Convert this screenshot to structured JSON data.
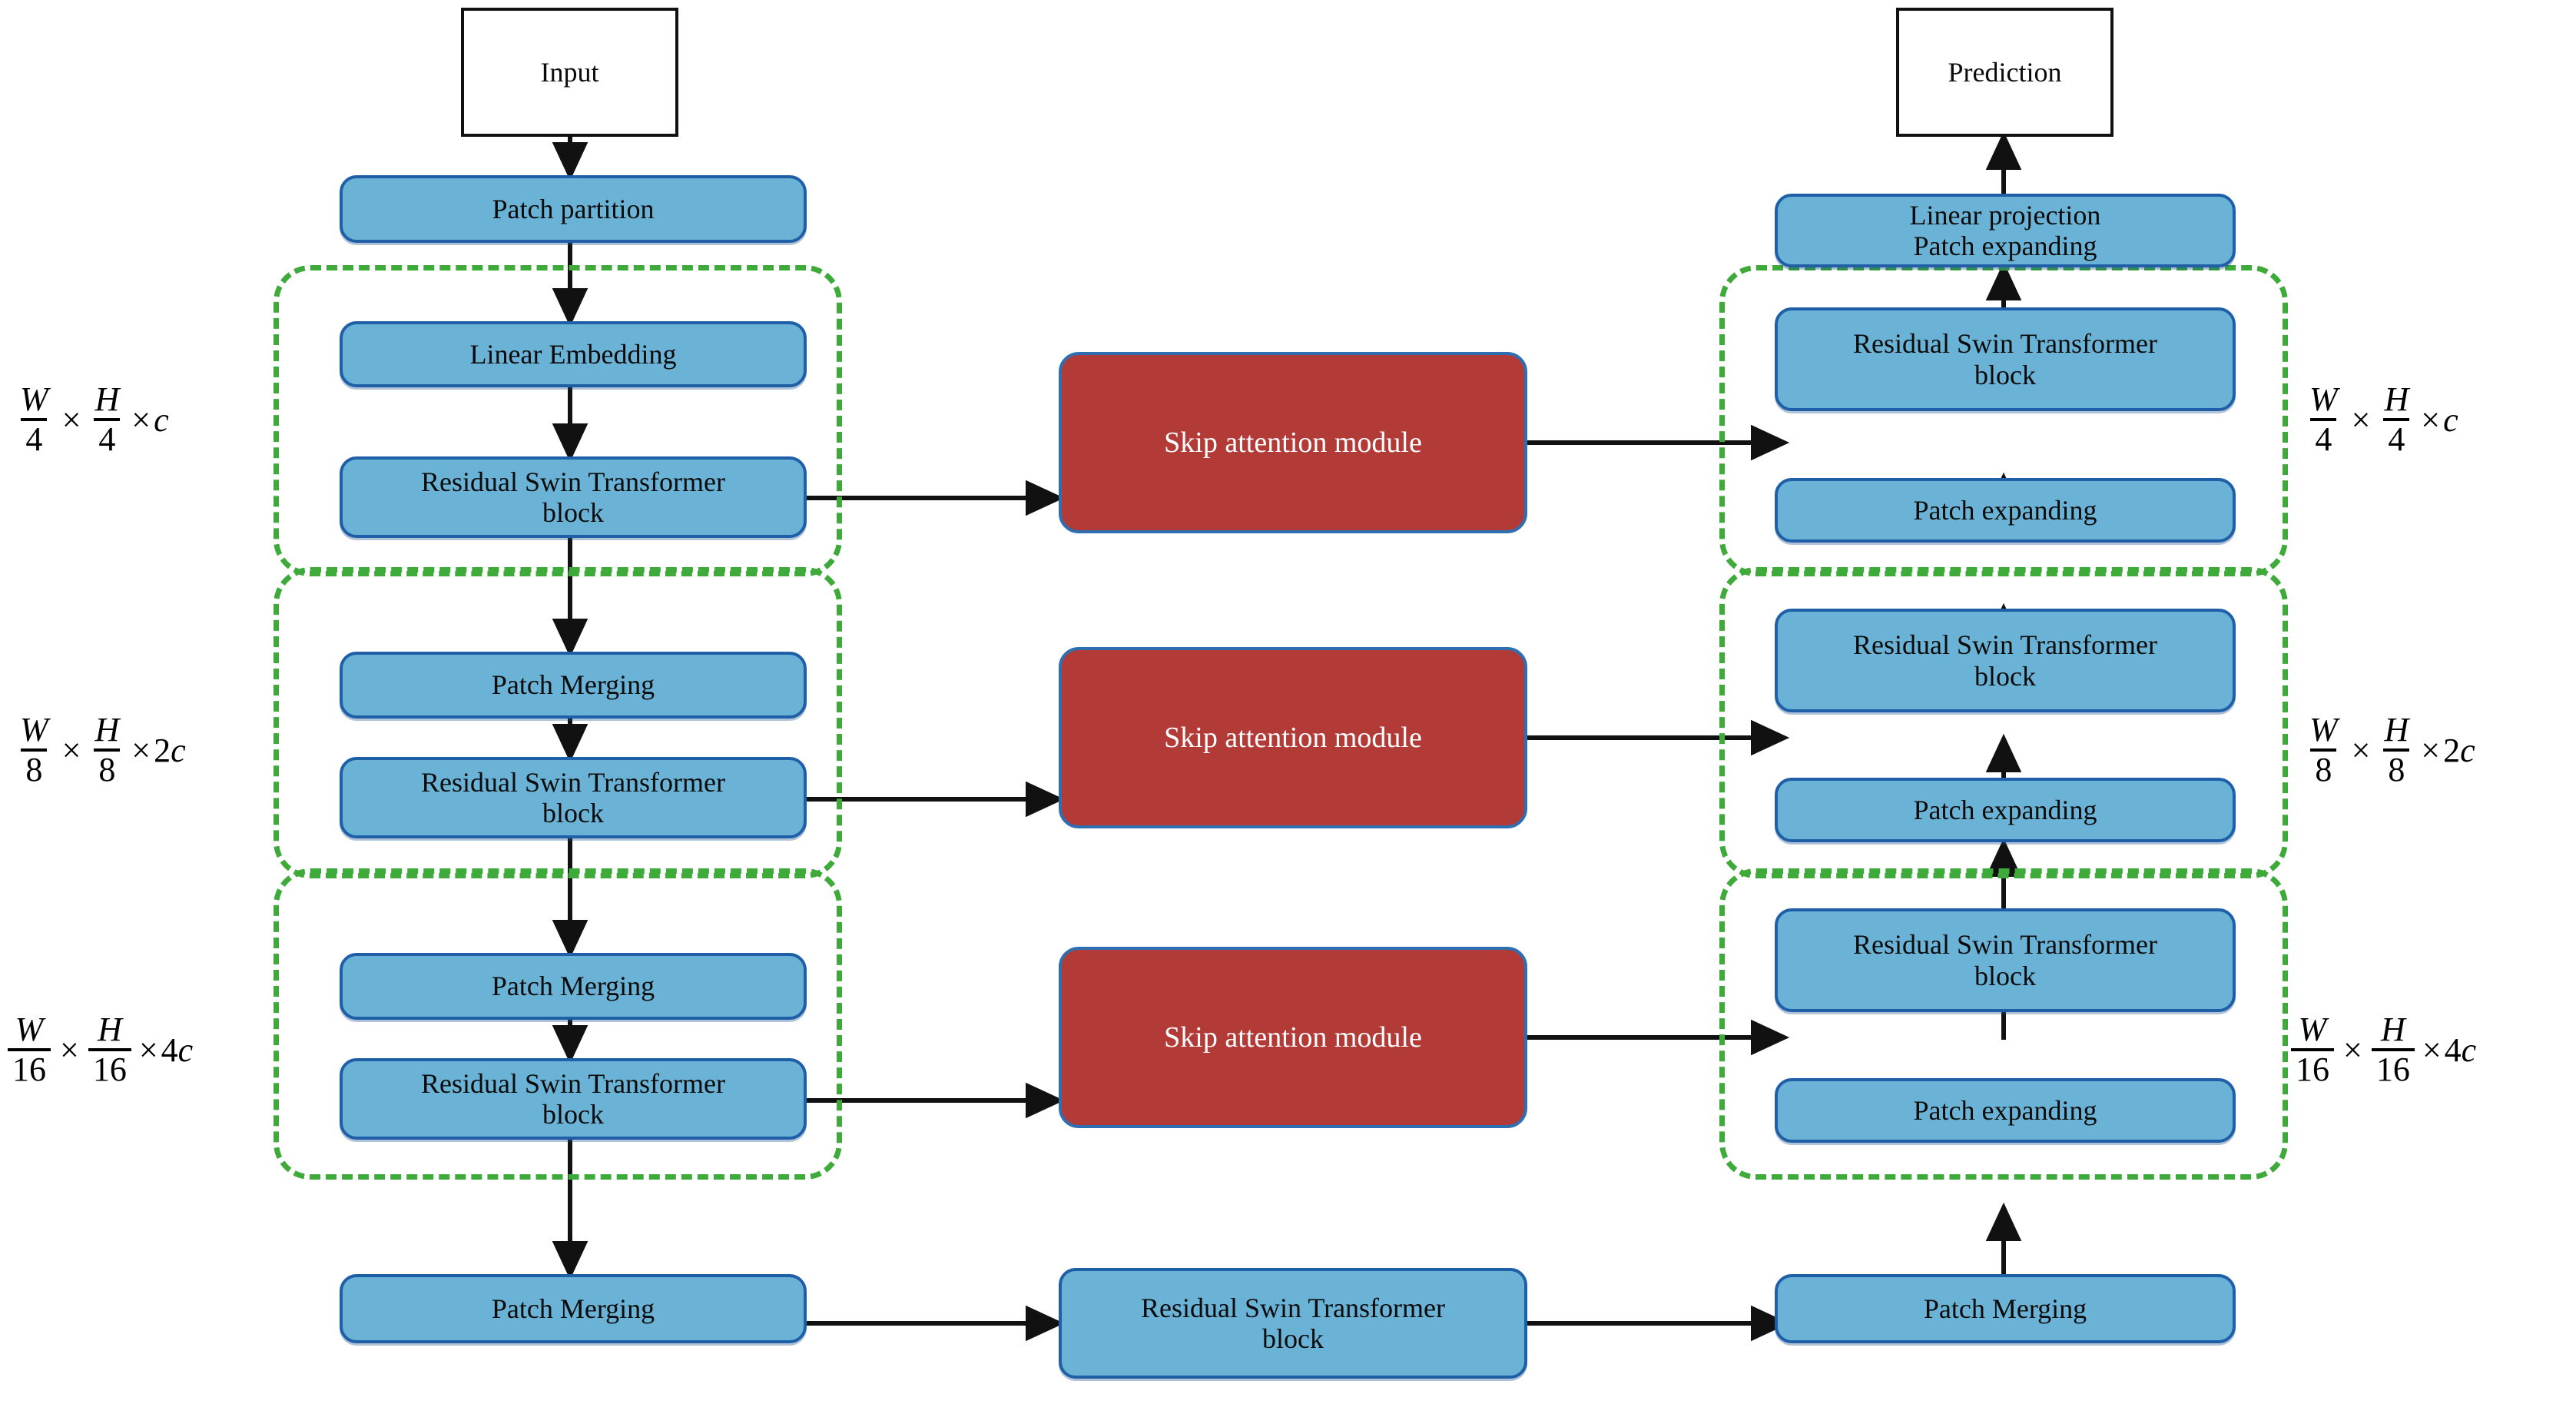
{
  "diagram": {
    "title": "Swin Transformer U-shaped encoder-decoder with skip attention modules",
    "colors": {
      "block_fill": "#6BB3D6",
      "block_border": "#1F5FA8",
      "skip_fill": "#B23B38",
      "skip_border": "#2D6FB0",
      "stage_dashed": "#3EAA3A",
      "arrow": "#111111",
      "plain_border": "#111111"
    }
  },
  "encoder": {
    "input_label": "Input",
    "patch_partition": "Patch partition",
    "stage1": {
      "top": "Linear Embedding",
      "bottom_l1": "Residual Swin Transformer",
      "bottom_l2": "block"
    },
    "stage2": {
      "top": "Patch Merging",
      "bottom_l1": "Residual Swin Transformer",
      "bottom_l2": "block"
    },
    "stage3": {
      "top": "Patch Merging",
      "bottom_l1": "Residual Swin Transformer",
      "bottom_l2": "block"
    },
    "bottom_patch_merging": "Patch Merging"
  },
  "bottleneck": {
    "block_l1": "Residual Swin Transformer",
    "block_l2": "block"
  },
  "skip_modules": [
    {
      "label": "Skip attention module"
    },
    {
      "label": "Skip attention module"
    },
    {
      "label": "Skip attention module"
    }
  ],
  "decoder": {
    "prediction_label": "Prediction",
    "linear_projection_l1": "Linear projection",
    "linear_projection_l2": "Patch expanding",
    "stage1": {
      "top_l1": "Residual Swin Transformer",
      "top_l2": "block",
      "bottom": "Patch expanding"
    },
    "stage2": {
      "top_l1": "Residual Swin Transformer",
      "top_l2": "block",
      "bottom": "Patch expanding"
    },
    "stage3": {
      "top_l1": "Residual Swin Transformer",
      "top_l2": "block",
      "bottom": "Patch expanding"
    },
    "bottom_patch_merging": "Patch Merging"
  },
  "resolution_labels": {
    "left": [
      {
        "num1": "W",
        "den1": "4",
        "num2": "H",
        "den2": "4",
        "coef": "",
        "channel": "c",
        "text": "W/4 × H/4 × c"
      },
      {
        "num1": "W",
        "den1": "8",
        "num2": "H",
        "den2": "8",
        "coef": "2",
        "channel": "c",
        "text": "W/8 × H/8 × 2c"
      },
      {
        "num1": "W",
        "den1": "16",
        "num2": "H",
        "den2": "16",
        "coef": "4",
        "channel": "c",
        "text": "W/16 × H/16 × 4c"
      }
    ],
    "right": [
      {
        "num1": "W",
        "den1": "4",
        "num2": "H",
        "den2": "4",
        "coef": "",
        "channel": "c",
        "text": "W/4 × H/4 × c"
      },
      {
        "num1": "W",
        "den1": "8",
        "num2": "H",
        "den2": "8",
        "coef": "2",
        "channel": "c",
        "text": "W/8 × H/8 × 2c"
      },
      {
        "num1": "W",
        "den1": "16",
        "num2": "H",
        "den2": "16",
        "coef": "4",
        "channel": "c",
        "text": "W/16 × H/16 × 4c"
      }
    ],
    "times_symbol": "×"
  }
}
